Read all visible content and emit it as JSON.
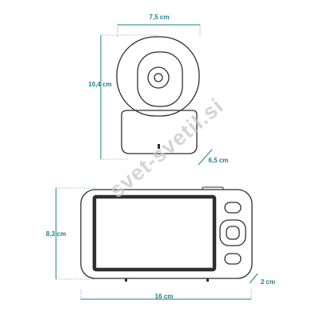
{
  "colors": {
    "dimension": "#1d7d8a",
    "outline": "#2f2f2f",
    "screen": "#2f2f2f",
    "watermark": "#c7c7c7"
  },
  "camera": {
    "width_label": "7,5 cm",
    "height_label": "10,4 cm",
    "depth_label": "6,5 cm"
  },
  "monitor": {
    "height_label": "8,3 cm",
    "depth_label": "2 cm",
    "width_label": "16 cm"
  },
  "watermark": {
    "text": "svet-svetil.si"
  }
}
